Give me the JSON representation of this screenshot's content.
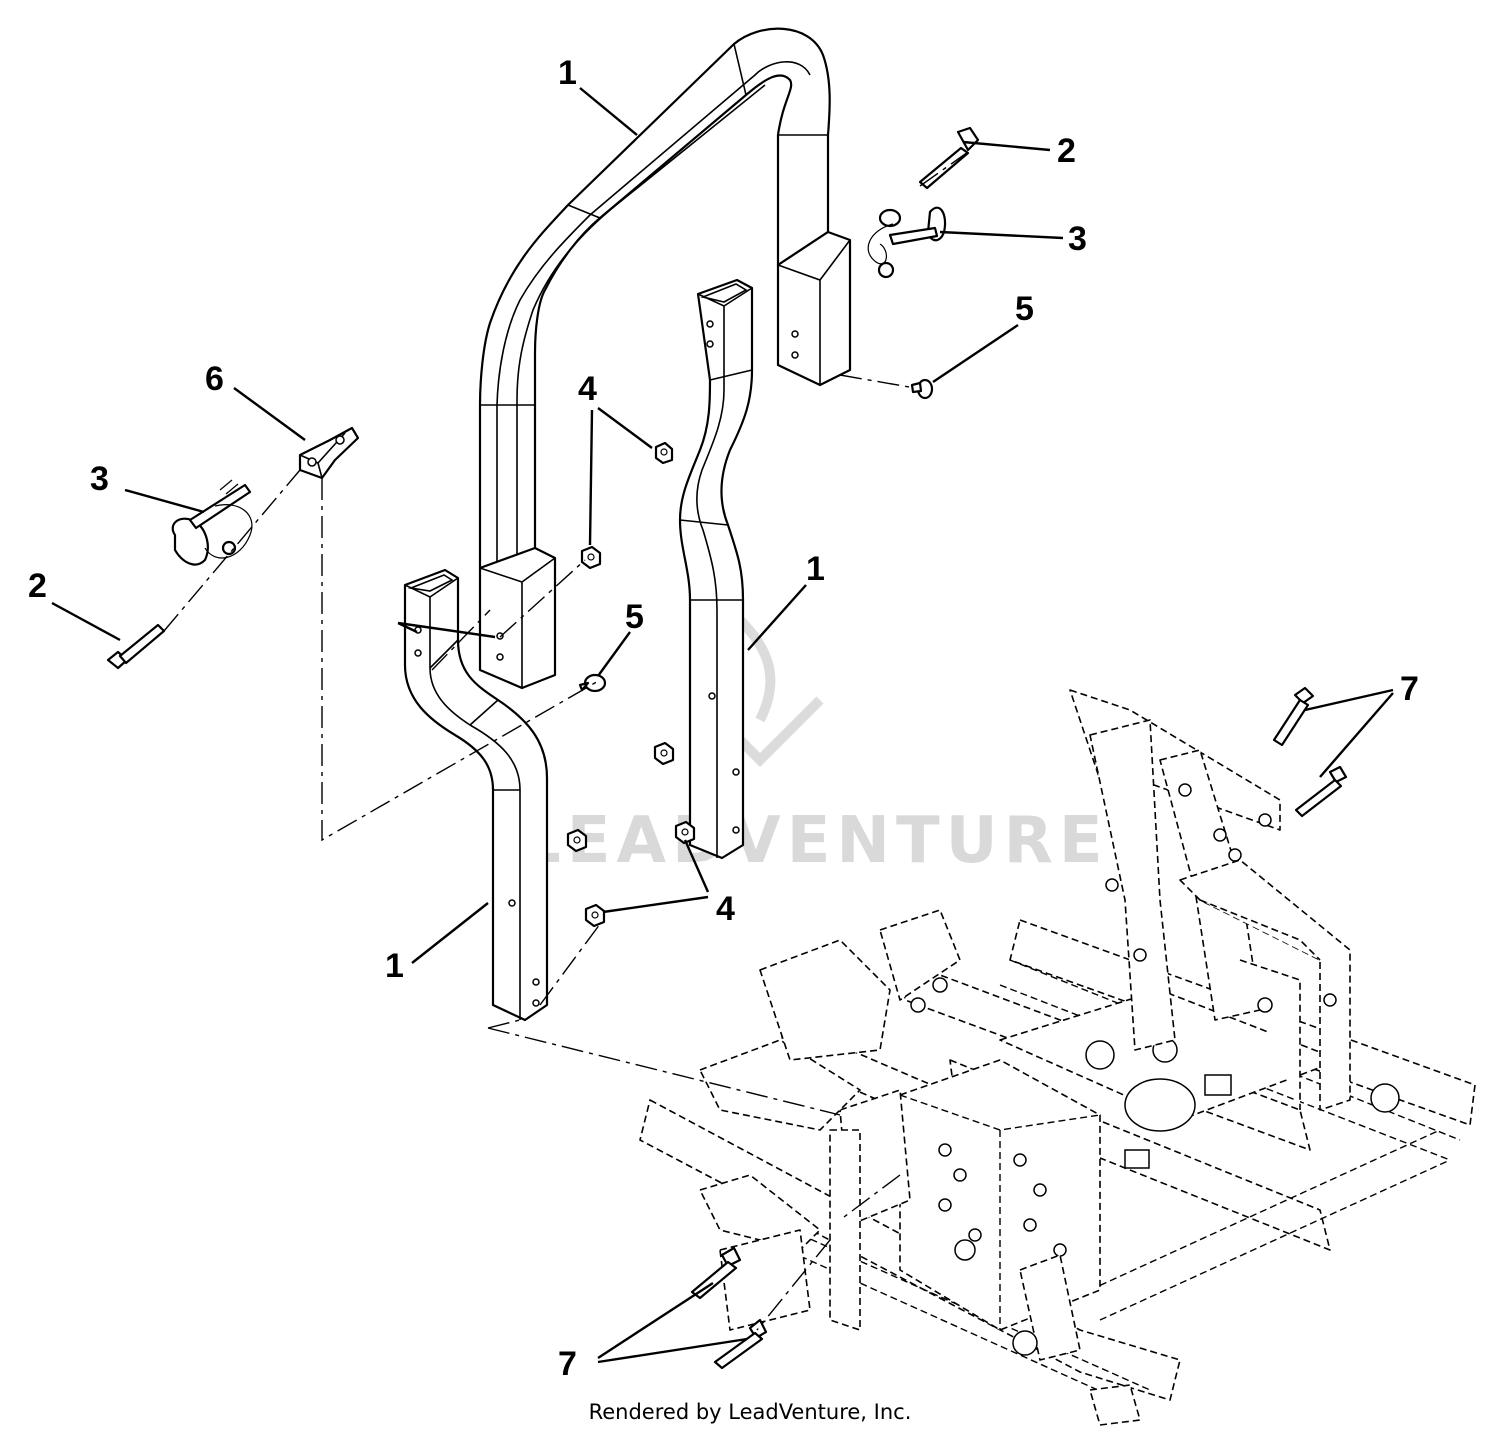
{
  "watermark": "LEADVENTURE",
  "footer": "Rendered by LeadVenture, Inc.",
  "callouts": {
    "c1_top": "1",
    "c1_right": "1",
    "c1_bottom": "1",
    "c2_right": "2",
    "c2_left": "2",
    "c3_right": "3",
    "c3_left": "3",
    "c4_top": "4",
    "c4_bottom": "4",
    "c5_right": "5",
    "c5_center": "5",
    "c6": "6",
    "c7_right": "7",
    "c7_bottom": "7"
  }
}
